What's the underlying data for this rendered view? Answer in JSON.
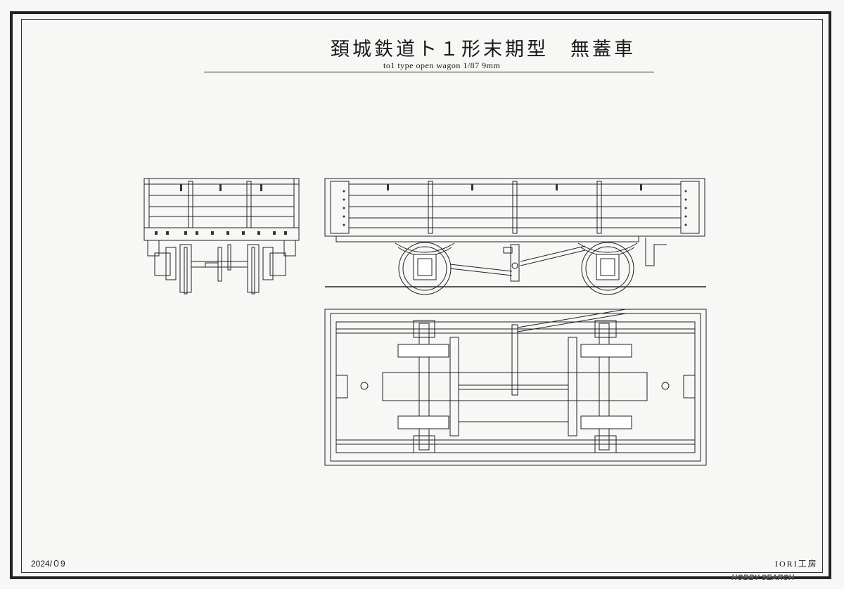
{
  "sheet": {
    "title": "頚城鉄道ト１形末期型　無蓋車",
    "subtitle": "to1   type open wagon   1/87  9mm",
    "date": "2024/０9",
    "maker": "IORI工房",
    "watermark": "HOBBY SEARCH"
  },
  "views": {
    "end_view": "end-elevation",
    "side_view": "side-elevation",
    "plan_view": "underside-plan"
  }
}
